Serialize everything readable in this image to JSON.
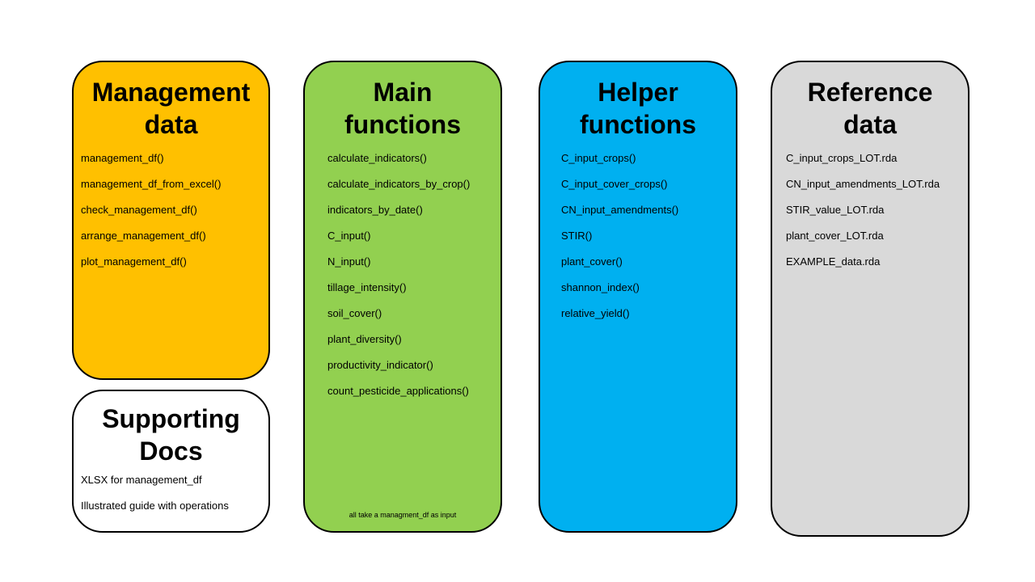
{
  "management": {
    "title_line1": "Management",
    "title_line2": "data",
    "color": "#ffc000",
    "items": [
      "management_df()",
      "management_df_from_excel()",
      "check_management_df()",
      "arrange_management_df()",
      "plot_management_df()"
    ]
  },
  "supporting": {
    "title_line1": "Supporting",
    "title_line2": "Docs",
    "color": "#ffffff",
    "items": [
      "XLSX for management_df",
      "Illustrated guide with operations"
    ]
  },
  "main": {
    "title_line1": "Main",
    "title_line2": "functions",
    "color": "#92d050",
    "items": [
      "calculate_indicators()",
      "calculate_indicators_by_crop()",
      "indicators_by_date()",
      "C_input()",
      "N_input()",
      "tillage_intensity()",
      "soil_cover()",
      "plant_diversity()",
      "productivity_indicator()",
      "count_pesticide_applications()"
    ],
    "footnote": "all take a managment_df as input"
  },
  "helper": {
    "title_line1": "Helper",
    "title_line2": "functions",
    "color": "#00b0f0",
    "items": [
      "C_input_crops()",
      "C_input_cover_crops()",
      "CN_input_amendments()",
      "STIR()",
      "plant_cover()",
      "shannon_index()",
      "relative_yield()"
    ]
  },
  "reference": {
    "title_line1": "Reference",
    "title_line2": "data",
    "color": "#d9d9d9",
    "items": [
      "C_input_crops_LOT.rda",
      "CN_input_amendments_LOT.rda",
      "STIR_value_LOT.rda",
      "plant_cover_LOT.rda",
      "EXAMPLE_data.rda"
    ]
  }
}
